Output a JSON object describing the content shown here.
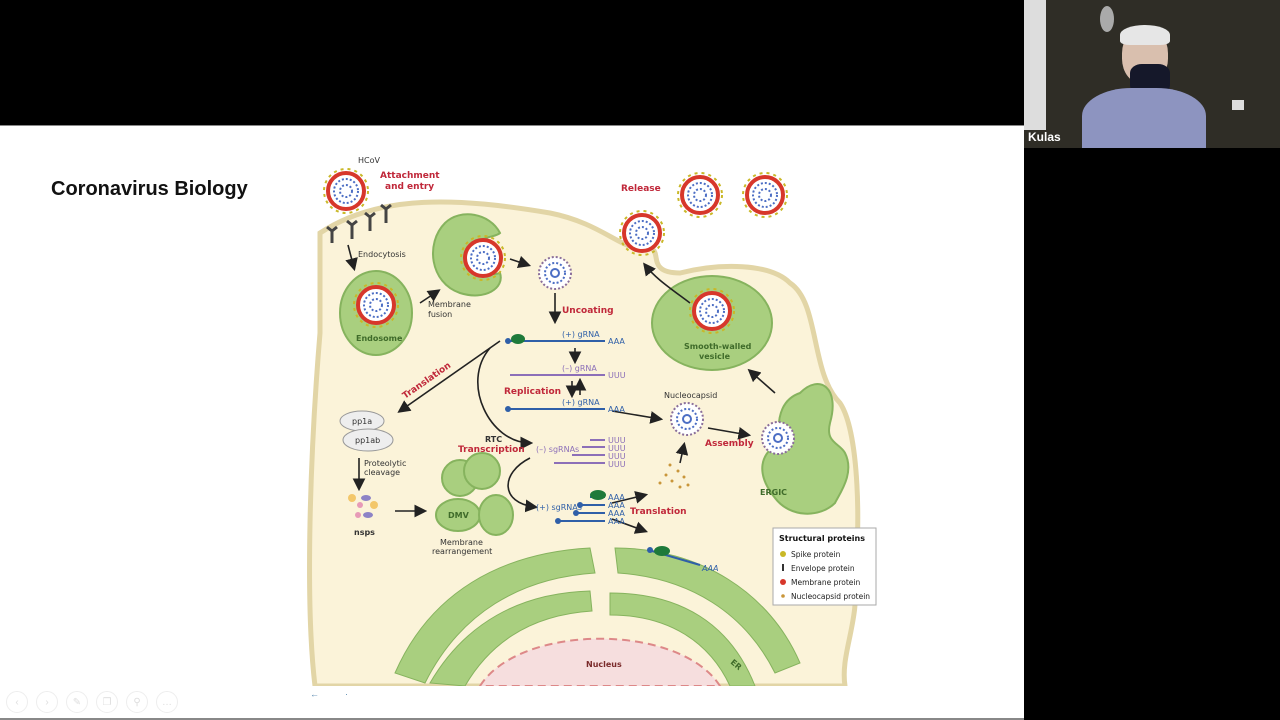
{
  "slide": {
    "title": "Coronavirus Biology",
    "tools": [
      "back",
      "forward",
      "pen",
      "copy",
      "zoom",
      "more"
    ],
    "tool_glyphs": [
      "‹",
      "›",
      "✎",
      "❐",
      "⚲",
      "…"
    ],
    "nav": {
      "prev": "←",
      "next": "·"
    }
  },
  "participant": {
    "name": "Kulas"
  },
  "diagram": {
    "labels": {
      "hcov": "HCoV",
      "attachment": "Attachment",
      "entry": "and entry",
      "endocytosis": "Endocytosis",
      "endosome": "Endosome",
      "membrane": "Membrane",
      "fusion": "fusion",
      "uncoating": "Uncoating",
      "release": "Release",
      "smooth_walled": "Smooth-walled",
      "vesicle": "vesicle",
      "pos_grna": "(+) gRNA",
      "neg_grna": "(–) gRNA",
      "aaa": "AAA",
      "uuu": "UUU",
      "replication": "Replication",
      "translation": "Translation",
      "transcription": "Transcription",
      "neg_sgrnas": "(–) sgRNAs",
      "pos_sgrnas": "(+) sgRNAs",
      "pp1a": "pp1a",
      "pp1ab": "pp1ab",
      "proteolytic": "Proteolytic",
      "cleavage": "cleavage",
      "nsps": "nsps",
      "rtc": "RTC",
      "dmv": "DMV",
      "membrane_rearr": "Membrane",
      "rearrangement": "rearrangement",
      "nucleocapsid": "Nucleocapsid",
      "assembly": "Assembly",
      "ergic": "ERGIC",
      "translation2": "Translation",
      "nucleus": "Nucleus",
      "er": "ER"
    },
    "legend": {
      "title": "Structural proteins",
      "items": [
        "Spike protein",
        "Envelope protein",
        "Membrane protein",
        "Nucleocapsid protein"
      ]
    },
    "colors": {
      "cytoplasm": "#fbf3d9",
      "membrane_outline": "#e2d5a6",
      "organelle": "#a9cf7f",
      "organelle_edge": "#86b35e",
      "red_label": "#c0283a",
      "rna_pos": "#2f5fa8",
      "rna_neg": "#8c6fb8",
      "spike": "#c9b827",
      "membrane_protein": "#d7372b",
      "nucleus": "#f6dede"
    }
  }
}
